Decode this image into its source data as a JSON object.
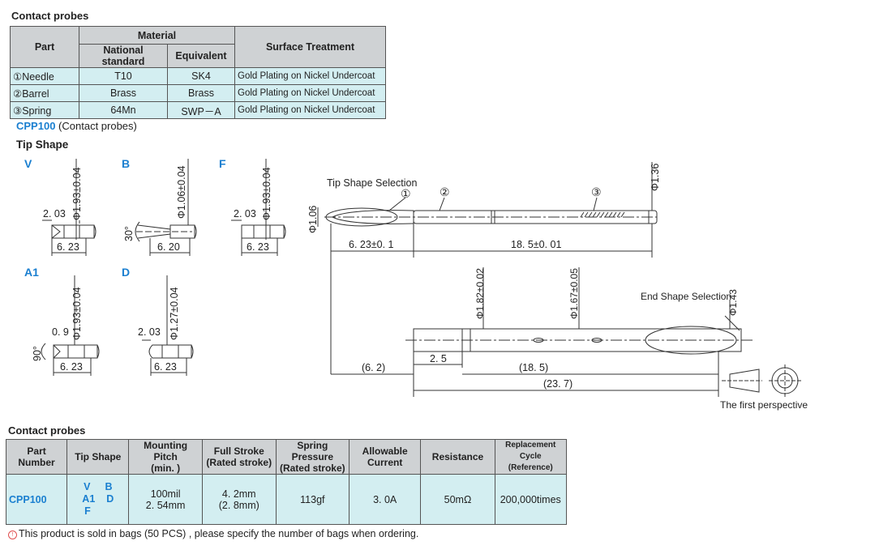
{
  "top": {
    "title": "Contact probes",
    "headers": {
      "part": "Part",
      "material": "Material",
      "national": "National standard",
      "equivalent": "Equivalent",
      "surface": "Surface Treatment"
    },
    "rows": [
      {
        "part": "①Needle",
        "national": "T10",
        "equivalent": "SK4",
        "surface": "Gold Plating on Nickel Undercoat"
      },
      {
        "part": "②Barrel",
        "national": "Brass",
        "equivalent": "Brass",
        "surface": "Gold Plating on Nickel Undercoat"
      },
      {
        "part": "③Spring",
        "national": "64Mn",
        "equivalent": "SWP－A",
        "surface": "Gold Plating on Nickel Undercoat"
      }
    ]
  },
  "cpp": {
    "code": "CPP100",
    "desc": "(Contact probes)"
  },
  "tip_shape": {
    "title": "Tip  Shape",
    "letters": {
      "v": "V",
      "b": "B",
      "f": "F",
      "a1": "A1",
      "d": "D"
    },
    "dims": {
      "v_dia": "Φ1.93±0.04",
      "v_w": "2. 03",
      "v_l": "6. 23",
      "b_dia": "Φ1.06±0.04",
      "b_ang": "30°",
      "b_l": "6. 20",
      "f_dia": "Φ1.93±0.04",
      "f_w": "2. 03",
      "f_l": "6. 23",
      "a1_dia": "Φ1.93±0.04",
      "a1_w": "0. 9",
      "a1_ang": "90°",
      "a1_l": "6. 23",
      "d_dia": "Φ1.27±0.04",
      "d_w": "2. 03",
      "d_l": "6. 23"
    }
  },
  "drawing": {
    "tip_sel": "Tip Shape Selection",
    "c1": "①",
    "c2": "②",
    "c3": "③",
    "d106": "Φ1.06",
    "d136": "Φ1.36",
    "l623": "6. 23±0. 1",
    "l185": "18. 5±0. 01",
    "d182": "Φ1.82±0.02",
    "d167": "Φ1.67±0.05",
    "d143": "Φ1.43",
    "end_sel": "End Shape Selection",
    "l62": "(6. 2)",
    "l25": "2. 5",
    "l185b": "(18. 5)",
    "l237": "(23. 7)",
    "perspective": "The first perspective"
  },
  "bottom": {
    "title": "Contact probes",
    "headers": {
      "part_number": "Part Number",
      "tip_shape": "Tip  Shape",
      "mounting_1": "Mounting Pitch",
      "mounting_2": "(min. )",
      "stroke_1": "Full Stroke",
      "stroke_2": "(Rated stroke)",
      "spring_1": "Spring Pressure",
      "spring_2": "(Rated stroke)",
      "current_1": "Allowable",
      "current_2": "Current",
      "resistance": "Resistance",
      "cycle_1": "Replacement",
      "cycle_2": "Cycle (Reference)"
    },
    "row": {
      "part_number": "CPP100",
      "tips": {
        "v": "V",
        "b": "B",
        "a1": "A1",
        "d": "D",
        "f": "F"
      },
      "mounting_1": "100mil",
      "mounting_2": "2. 54mm",
      "stroke_1": "4. 2mm",
      "stroke_2": "(2. 8mm)",
      "spring": "113gf",
      "current": "3. 0A",
      "resistance": "50mΩ",
      "cycle": "200,000times"
    }
  },
  "note": {
    "icon": "!",
    "text": "This product is sold in bags (50 PCS) ,  please specify the number of bags when ordering."
  }
}
